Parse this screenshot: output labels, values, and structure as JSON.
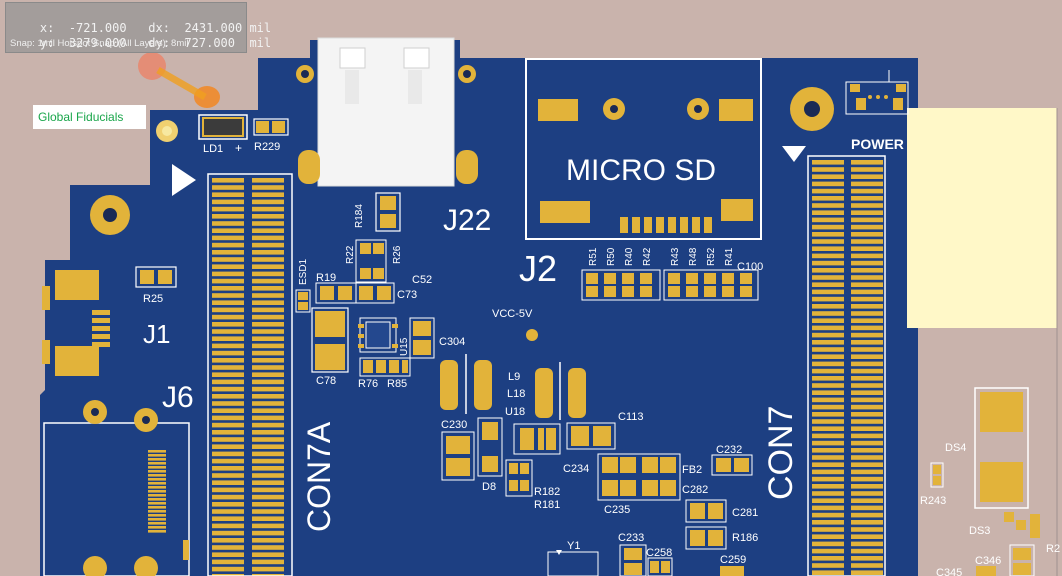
{
  "hud": {
    "line1_label_x": "x:",
    "line1_x": "-721.000",
    "line1_label_dx": "dx:",
    "line1_dx": "2431.000 mil",
    "line2_label_y": "y:",
    "line2_y": "3279.000",
    "line2_label_dy": "dy:",
    "line2_dy": "727.000  mil",
    "snap": "Snap: 1mil Hotspot Snap (All Layers): 8mil"
  },
  "fiducials_label": "Global Fiducials",
  "designators": {
    "j22": "J22",
    "j2": "J2",
    "j1": "J1",
    "j6": "J6",
    "con7a": "CON7A",
    "con7": "CON7",
    "micro_sd": "MICRO SD",
    "power": "POWER",
    "ld1": "LD1",
    "plus": "+",
    "r229": "R229",
    "r184": "R184",
    "r22": "R22",
    "r26": "R26",
    "esd1": "ESD1",
    "r19": "R19",
    "c52": "C52",
    "c73": "C73",
    "r25": "R25",
    "vcc": "VCC-5V",
    "u15": "U15",
    "c304": "C304",
    "c78": "C78",
    "r76": "R76",
    "r85": "R85",
    "l9": "L9",
    "l18": "L18",
    "u18": "U18",
    "c113": "C113",
    "c230": "C230",
    "d8": "D8",
    "r182": "R182",
    "r181": "R181",
    "c234": "C234",
    "c235": "C235",
    "fb2": "FB2",
    "c282": "C282",
    "c232": "C232",
    "c281": "C281",
    "r186": "R186",
    "c233": "C233",
    "c258": "C258",
    "c259": "C259",
    "y1": "Y1",
    "ds4": "DS4",
    "r243": "R243",
    "ds3": "DS3",
    "c346": "C346",
    "c345": "C345",
    "r2x": "R2",
    "r51": "R51",
    "r50": "R50",
    "r40": "R40",
    "r42": "R42",
    "r43": "R43",
    "r48": "R48",
    "r52": "R52",
    "r41": "R41",
    "c100": "C100"
  },
  "colors": {
    "board": "#1d3f82",
    "pad": "#e2b33a",
    "background": "#c9b3ac",
    "silk": "#ffffff"
  }
}
